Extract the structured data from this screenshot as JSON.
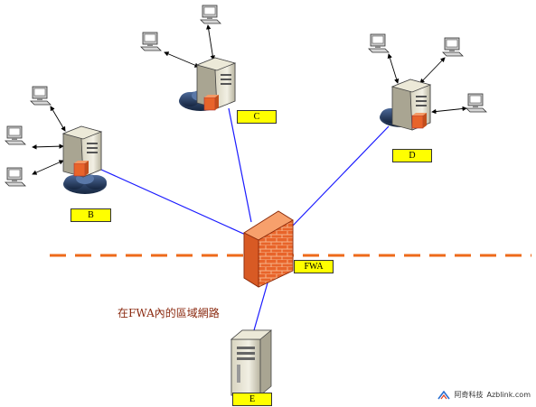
{
  "nodes": {
    "B": {
      "label": "B"
    },
    "C": {
      "label": "C"
    },
    "D": {
      "label": "D"
    },
    "E": {
      "label": "E"
    },
    "FWA": {
      "label": "FWA"
    }
  },
  "zone_label": "在FWA內的區域網路",
  "watermark": {
    "cn": "阿奇科技",
    "site": "Azblink.com"
  },
  "colors": {
    "link": "#1a1aff",
    "boundary": "#ee6a1a",
    "label_bg": "#ffff00",
    "firewall": "#e8642a",
    "cloud": "#2a3f66"
  },
  "icons": [
    "server-icon",
    "workstation-icon",
    "firewall-icon",
    "cloud-icon",
    "tower-server-icon"
  ]
}
